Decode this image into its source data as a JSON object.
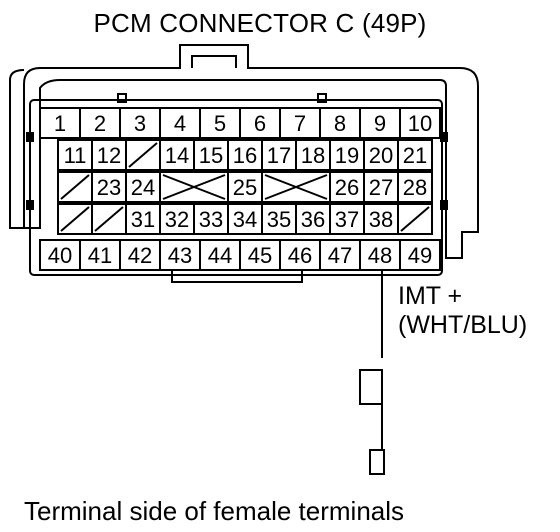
{
  "title": "PCM CONNECTOR C (49P)",
  "footer": "Terminal side of female terminals",
  "callout": {
    "line1": "IMT +",
    "line2": "(WHT/BLU)",
    "terminal": "48"
  },
  "rows": [
    [
      "1",
      "2",
      "3",
      "4",
      "5",
      "6",
      "7",
      "8",
      "9",
      "10"
    ],
    [
      "11",
      "12",
      "/",
      "14",
      "15",
      "16",
      "17",
      "18",
      "19",
      "20",
      "21"
    ],
    [
      "/",
      "23",
      "24",
      "X",
      "25",
      "X",
      "26",
      "27",
      "28"
    ],
    [
      "/",
      "/",
      "31",
      "32",
      "33",
      "34",
      "35",
      "36",
      "37",
      "38",
      "/"
    ],
    [
      "40",
      "41",
      "42",
      "43",
      "44",
      "45",
      "46",
      "47",
      "48",
      "49"
    ]
  ]
}
